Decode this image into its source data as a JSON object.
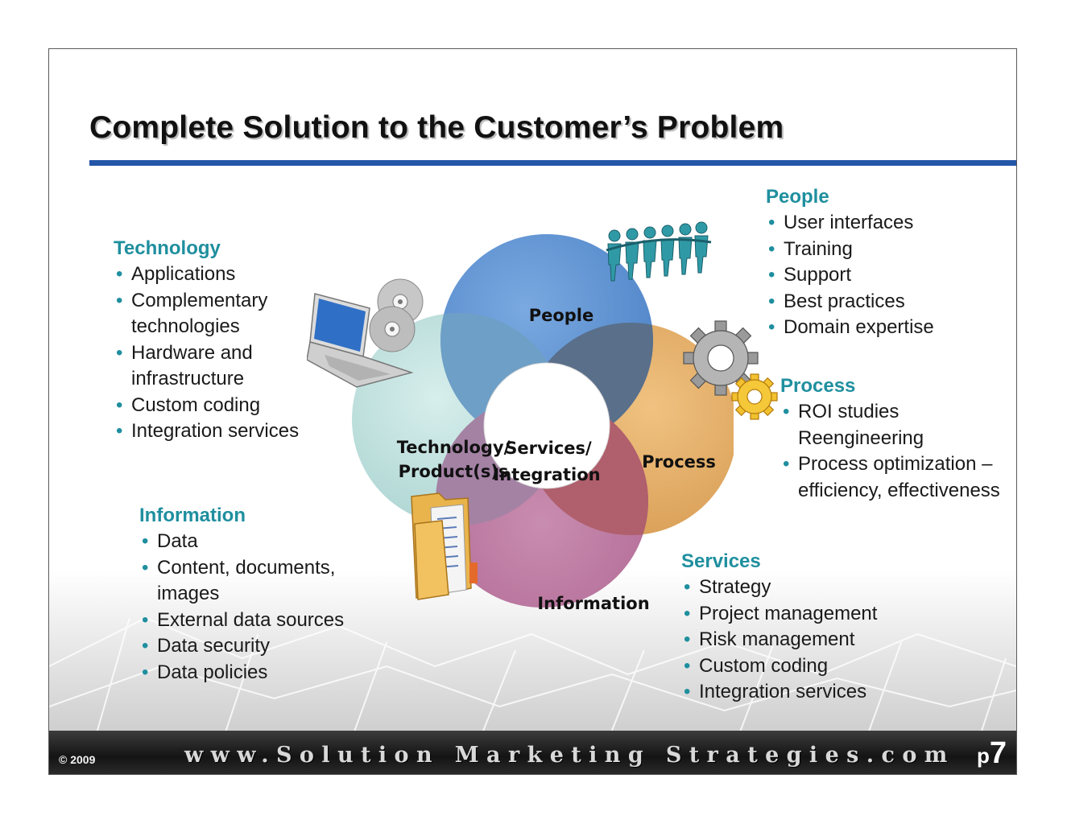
{
  "slide": {
    "title": "Complete Solution to the Customer’s Problem",
    "colors": {
      "heading": "#1f8f9f",
      "title_rule": "#2456a8"
    }
  },
  "sections": {
    "technology": {
      "heading": "Technology",
      "items": [
        "Applications",
        "Complementary technologies",
        "Hardware and infrastructure",
        "Custom coding",
        "Integration services"
      ]
    },
    "people": {
      "heading": "People",
      "items": [
        "User interfaces",
        "Training",
        "Support",
        "Best practices",
        "Domain expertise"
      ]
    },
    "information": {
      "heading": "Information",
      "items": [
        "Data",
        "Content, documents, images",
        "External data sources",
        "Data security",
        "Data policies"
      ]
    },
    "process": {
      "heading": "Process",
      "items": [
        "ROI studies Reengineering",
        "Process optimization – efficiency, effectiveness"
      ]
    },
    "services": {
      "heading": "Services",
      "items": [
        "Strategy",
        "Project management",
        "Risk management",
        "Custom coding",
        "Integration services"
      ]
    }
  },
  "diagram": {
    "people": {
      "label": "People",
      "color": "#5b8fcf"
    },
    "process": {
      "label": "Process",
      "color": "#e0a85f"
    },
    "information": {
      "label": "Information",
      "color": "#b8749c"
    },
    "technology": {
      "label_line1": "Technology/",
      "label_line2": "Product(s)s",
      "color": "#b7dcd9"
    },
    "center": {
      "label_line1": "Services/",
      "label_line2": "Integration"
    },
    "icons": [
      "people-chain-icon",
      "gears-icon",
      "folder-icon",
      "laptop-cds-icon"
    ]
  },
  "footer": {
    "copyright": "© 2009",
    "url": "www.Solution Marketing Strategies.com",
    "page_prefix": "p",
    "page_number": "7"
  }
}
